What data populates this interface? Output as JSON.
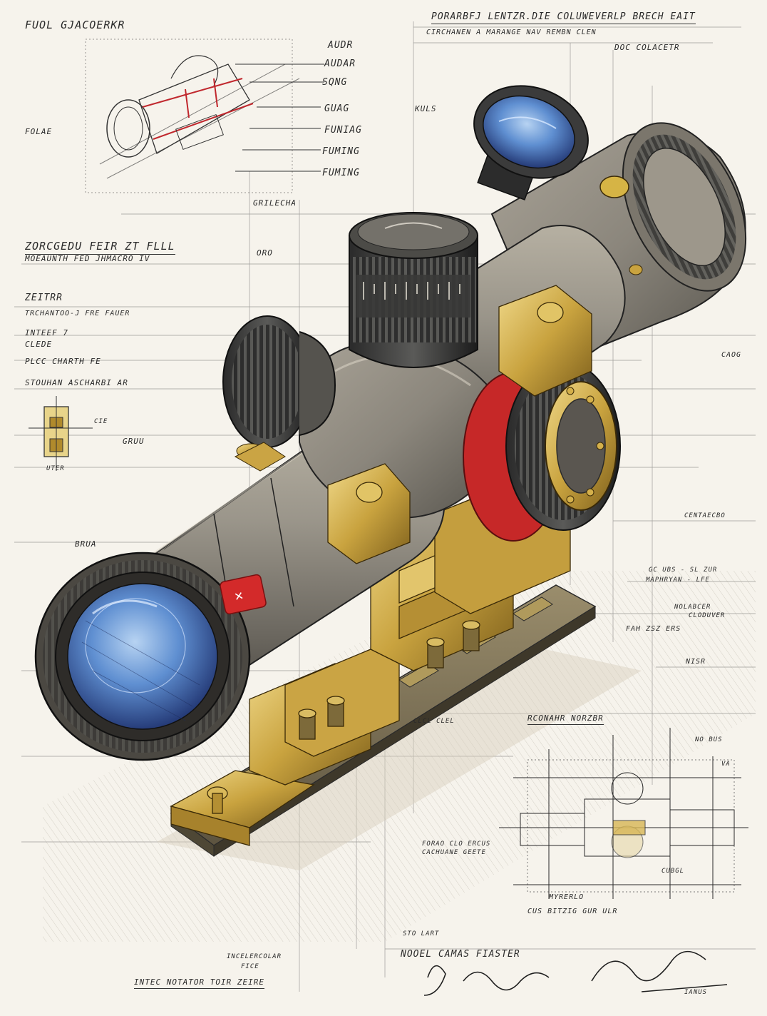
{
  "notes": {
    "top_left_title": "FUOL GJACOERKR",
    "top_right_title": "PORARBFJ LENTZR.DIE COLUWEVERLP BRECH EAIT",
    "top_right_sub": "CIRCHANEN A MARANGE   NAV  REMBN CLEN",
    "top_right_tag": "DOC COLACETR",
    "sketch_label_1": "AUDR",
    "sketch_label_2": "AUDAR",
    "sketch_label_3": "SQNG",
    "sketch_label_4": "GUAG",
    "sketch_label_5": "FUNIAG",
    "sketch_label_6": "FUMING",
    "sketch_side_label": "FOLAE",
    "grillecha": "GRILECHA",
    "kuls": "KULS",
    "heading_left_1": "ZORCGEDU  FEIR  ZT  FLLL",
    "heading_left_2": "MOEAUNTH  FED  JHMACRO  IV",
    "heading_left_2b": "ORO",
    "zeitr": "ZEITRR",
    "zeitr_sub": "TRCHANTOO-J FRE  FAUER",
    "inter": "INTEEF 7",
    "inter_sub": "CLEDE",
    "plcc": "PLCC  CHARTH  FE",
    "stouhn": "STOUHAN  ASCHARBI  AR",
    "small_fig_label": "CIE",
    "small_fig_label_2": "UTER",
    "gruu": "GRUU",
    "brua": "BRUA",
    "right_1": "CAOG",
    "right_2": "CENTAECBO",
    "right_3": "GC UBS - SL ZUR",
    "right_4": "MAPHRYAN   - LFE",
    "right_5": "NOLABCER",
    "right_6": "CLODUVER",
    "right_7": "FAH ZSZ ERS",
    "right_8": "NISR",
    "cutaway_title": "RCONAHR  NORZBR",
    "cutaway_tag": "NO BUS",
    "cutaway_left_1": "FORAO CLO ERCUS",
    "cutaway_left_2": "CACHUANE GEETE",
    "cutaway_label_1": "CUBGL",
    "cutaway_label_2": "MYRERLO",
    "cutaway_label_3": "CUS  BITZIG  GUR ULR",
    "cutaway_small": "VA",
    "rail_label": "CLCL CLEL",
    "stouart": "STO LART",
    "bottom_mid_1": "INCELERCOLAR",
    "bottom_mid_1b": "FICE",
    "bottom_center": "NOOEL   CAMAS   FIASTER",
    "bottom_left": "INTEC NOTATOR      TOIR  ZEIRE",
    "signature_text": "IANUS"
  }
}
